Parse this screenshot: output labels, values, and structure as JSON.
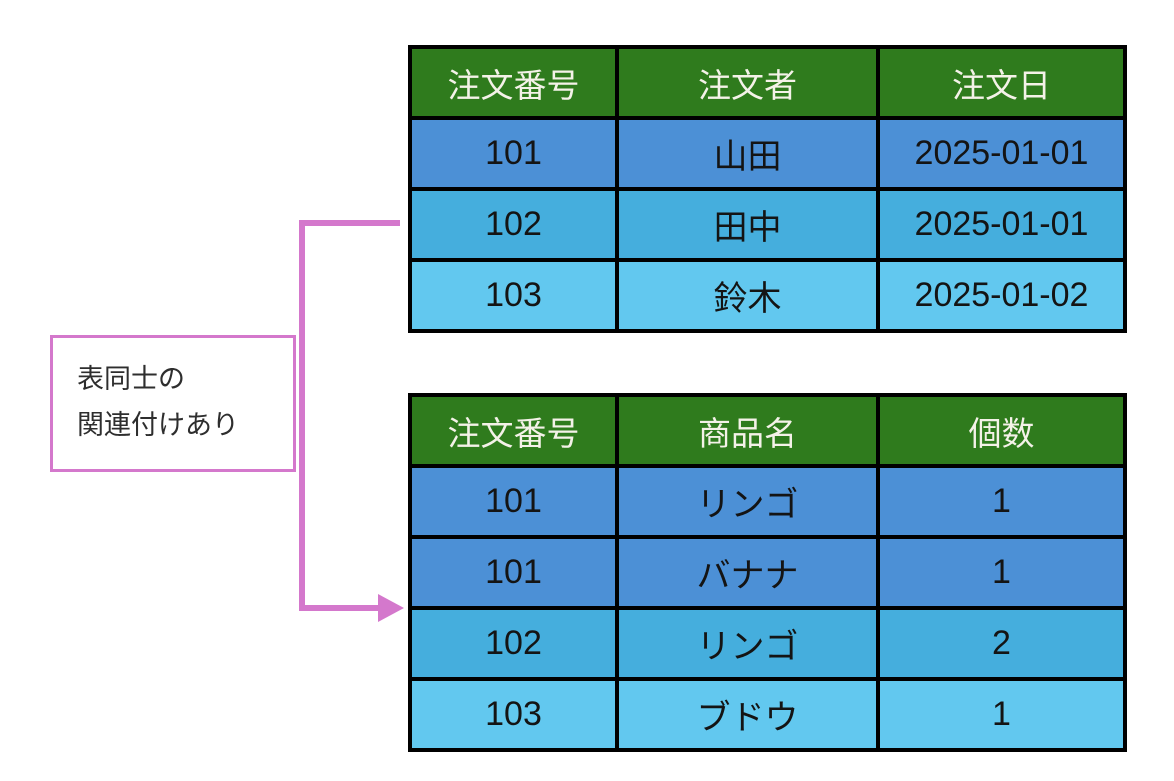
{
  "colors": {
    "background": "#FFFFFF",
    "header_green": "#2F7B1D",
    "header_text": "#F4F2E8",
    "cell_text": "#141414",
    "border_black": "#000000",
    "row_blue_dark": "#4C90D6",
    "row_blue_mid": "#45AEDD",
    "row_blue_light": "#62C8EF",
    "accent_pink": "#D478CC"
  },
  "annotation": {
    "label_line1": "表同士の",
    "label_line2": "関連付けあり"
  },
  "orders_table": {
    "headers": [
      "注文番号",
      "注文者",
      "注文日"
    ],
    "rows": [
      {
        "cells": [
          "101",
          "山田",
          "2025-01-01"
        ],
        "color": "#4C90D6"
      },
      {
        "cells": [
          "102",
          "田中",
          "2025-01-01"
        ],
        "color": "#45AEDD"
      },
      {
        "cells": [
          "103",
          "鈴木",
          "2025-01-02"
        ],
        "color": "#62C8EF"
      }
    ]
  },
  "order_items_table": {
    "headers": [
      "注文番号",
      "商品名",
      "個数"
    ],
    "rows": [
      {
        "cells": [
          "101",
          "リンゴ",
          "1"
        ],
        "color": "#4C90D6"
      },
      {
        "cells": [
          "101",
          "バナナ",
          "1"
        ],
        "color": "#4C90D6"
      },
      {
        "cells": [
          "102",
          "リンゴ",
          "2"
        ],
        "color": "#45AEDD"
      },
      {
        "cells": [
          "103",
          "ブドウ",
          "1"
        ],
        "color": "#62C8EF"
      }
    ]
  }
}
